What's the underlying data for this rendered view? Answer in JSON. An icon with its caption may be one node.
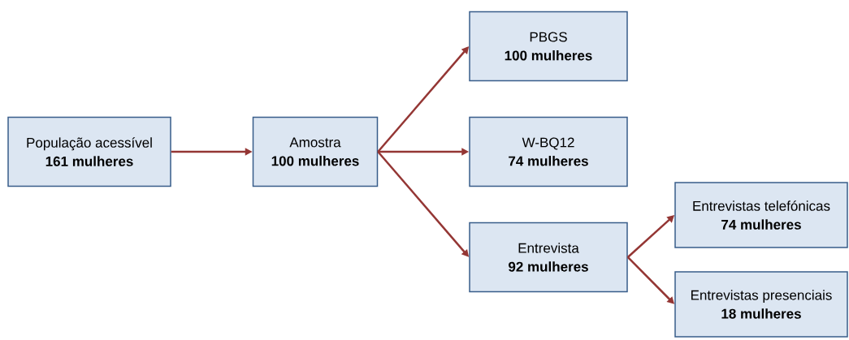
{
  "diagram": {
    "nodes": [
      {
        "text": [
          "População acessível",
          "161 mulheres"
        ]
      },
      {
        "text": [
          "Amostra",
          "100 mulheres"
        ]
      },
      {
        "text": [
          "PBGS",
          "100 mulheres"
        ]
      },
      {
        "text": [
          "W-BQ12",
          "74 mulheres"
        ]
      },
      {
        "text": [
          "Entrevista",
          "92 mulheres"
        ]
      },
      {
        "text": [
          "Entrevistas telefónicas",
          "74 mulheres"
        ]
      },
      {
        "text": [
          "Entrevistas presenciais",
          "18 mulheres"
        ]
      }
    ],
    "edges": [
      {
        "from": 0,
        "to": 1,
        "arrow": "to"
      },
      {
        "from": 1,
        "to": 2,
        "arrow": "to"
      },
      {
        "from": 1,
        "to": 3,
        "arrow": "to"
      },
      {
        "from": 1,
        "to": 4,
        "arrow": "to"
      },
      {
        "from": 4,
        "to": 5,
        "arrow": "to"
      },
      {
        "from": 4,
        "to": 6,
        "arrow": "to"
      }
    ]
  }
}
